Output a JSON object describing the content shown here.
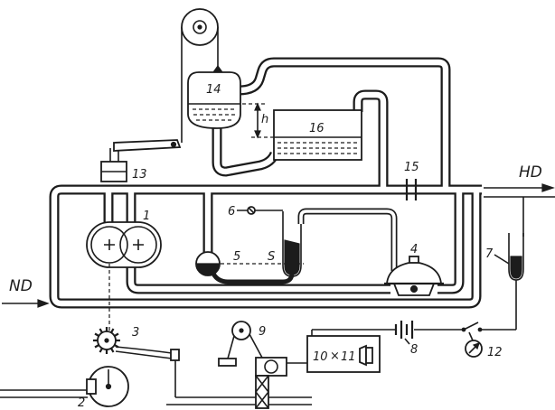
{
  "labels": {
    "n1": "1",
    "n2": "2",
    "n3": "3",
    "n4": "4",
    "n5": "5",
    "n6": "6",
    "n7": "7",
    "n8": "8",
    "n9": "9",
    "n10": "10",
    "cross": "×",
    "n11": "11",
    "n12": "12",
    "n13": "13",
    "n14": "14",
    "n15": "15",
    "n16": "16",
    "h": "h",
    "s": "S",
    "nd": "ND",
    "hd": "HD"
  },
  "colors": {
    "ink": "#1c1c1c",
    "paper": "#ffffff"
  }
}
